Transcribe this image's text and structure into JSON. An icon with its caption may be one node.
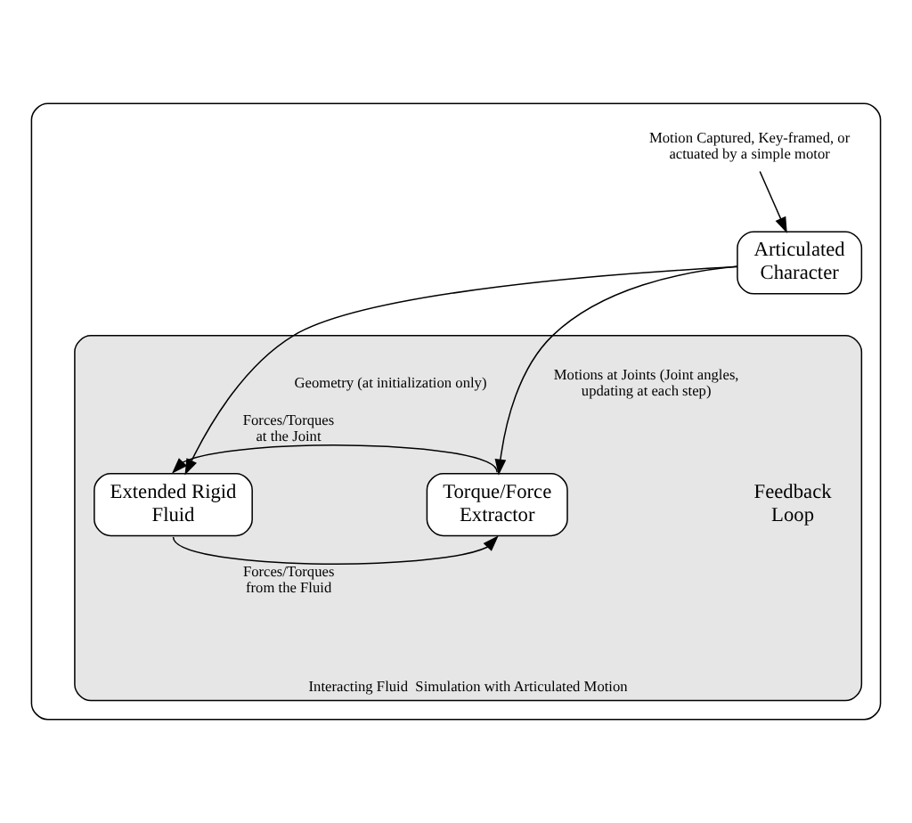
{
  "diagram": {
    "nodes": [
      {
        "text": [],
        "shape": "box"
      },
      {
        "text": [
          "Motion Captured, Key-framed, or actuated by a simple motor"
        ],
        "in": 0
      },
      {
        "text": [
          "Articulated Character"
        ],
        "in": 0
      },
      {
        "text": [
          "Interacting Fluid  Simulation with Articulated Motion"
        ],
        "in": 0
      },
      {
        "text": [
          "Extended Rigid Fluid"
        ],
        "in": 3
      },
      {
        "text": [
          "Torque/Force Extractor"
        ],
        "in": 3
      }
    ],
    "edges": [
      {
        "from": 1,
        "to": 2,
        "arrow": "to"
      },
      {
        "from": 2,
        "to": 4,
        "arrow": "to",
        "label": "Geometry (at initialization only)"
      },
      {
        "from": 2,
        "to": 5,
        "arrow": "to",
        "label": "Motions at Joints (Joint angles, updating at each step)"
      },
      {
        "from": 5,
        "to": 4,
        "arrow": "to",
        "label": "Forces/Torques at the Joint"
      },
      {
        "from": 4,
        "to": 5,
        "arrow": "to",
        "label": "Forces/Torques from the Fluid"
      }
    ],
    "labels": [
      "Feedback Loop"
    ]
  }
}
